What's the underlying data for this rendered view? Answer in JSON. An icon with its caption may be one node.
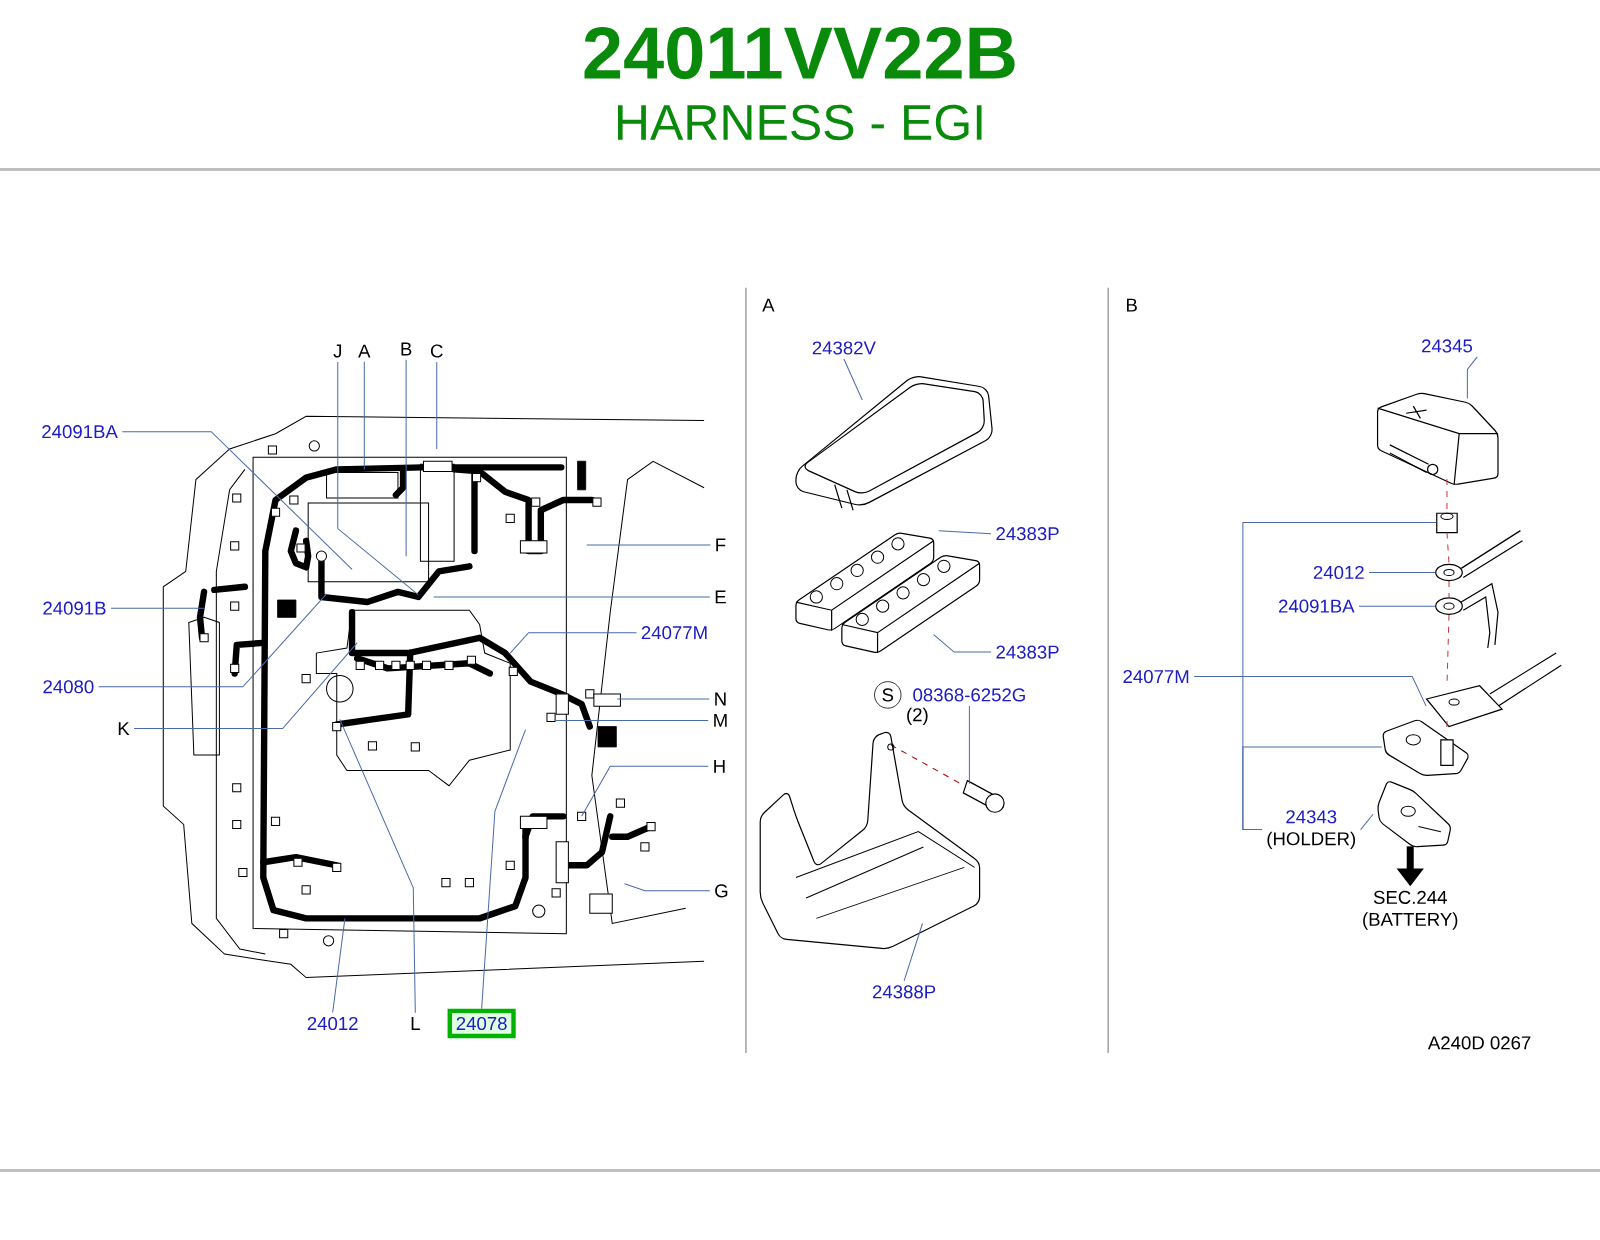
{
  "diagram": {
    "title": "24011VV22B",
    "nodes": [
      {
        "text": [
          "J"
        ]
      },
      {
        "text": [
          "A"
        ]
      },
      {
        "text": [
          "B"
        ]
      },
      {
        "text": [
          "C"
        ]
      },
      {
        "text": [
          "24091BA"
        ]
      },
      {
        "text": [
          "F"
        ]
      },
      {
        "text": [
          "E"
        ]
      },
      {
        "text": [
          "24091B"
        ]
      },
      {
        "text": [
          "24077M"
        ]
      },
      {
        "text": [
          "24080"
        ]
      },
      {
        "text": [
          "N"
        ]
      },
      {
        "text": [
          "K"
        ]
      },
      {
        "text": [
          "M"
        ]
      },
      {
        "text": [
          "H"
        ]
      },
      {
        "text": [
          "G"
        ]
      },
      {
        "text": [
          "24012"
        ]
      },
      {
        "text": [
          "L"
        ]
      },
      {
        "text": [
          "24078"
        ]
      },
      {
        "text": [
          "24382V"
        ]
      },
      {
        "text": [
          "24383P"
        ]
      },
      {
        "text": [
          "24383P"
        ]
      },
      {
        "text": [
          "08368-6252G"
        ],
        "beside": [
          "(2)"
        ]
      },
      {
        "text": [
          "24388P"
        ]
      },
      {
        "text": [
          "24345"
        ]
      },
      {
        "text": [
          "24012"
        ]
      },
      {
        "text": [
          "24091BA"
        ]
      },
      {
        "text": [
          "24077M"
        ]
      },
      {
        "text": [
          "24343",
          "(HOLDER)"
        ]
      },
      {
        "text": [
          "SEC.244 (BATTERY)"
        ]
      },
      {
        "text": [],
        "shape": "picture"
      },
      {
        "text": [],
        "shape": "picture"
      },
      {
        "text": [],
        "shape": "picture"
      },
      {
        "text": [],
        "shape": "picture"
      },
      {
        "text": [],
        "shape": "picture"
      },
      {
        "text": [],
        "shape": "picture"
      },
      {
        "text": [],
        "shape": "picture"
      }
    ],
    "edges": [
      {
        "from": 0,
        "to": null,
        "arrow": "none"
      },
      {
        "from": 1,
        "to": null,
        "arrow": "none"
      },
      {
        "from": 2,
        "to": null,
        "arrow": "none"
      },
      {
        "from": 3,
        "to": null,
        "arrow": "none"
      },
      {
        "from": 4,
        "to": null,
        "arrow": "none"
      },
      {
        "from": 5,
        "to": null,
        "arrow": "none"
      },
      {
        "from": 6,
        "to": null,
        "arrow": "none"
      },
      {
        "from": 7,
        "to": null,
        "arrow": "none"
      },
      {
        "from": 8,
        "to": null,
        "arrow": "none"
      },
      {
        "from": 9,
        "to": null,
        "arrow": "none"
      },
      {
        "from": 10,
        "to": null,
        "arrow": "none"
      },
      {
        "from": 11,
        "to": null,
        "arrow": "none"
      },
      {
        "from": 12,
        "to": null,
        "arrow": "none"
      },
      {
        "from": 13,
        "to": null,
        "arrow": "none"
      },
      {
        "from": 14,
        "to": null,
        "arrow": "none"
      },
      {
        "from": 15,
        "to": null,
        "arrow": "none"
      },
      {
        "from": 16,
        "to": null,
        "arrow": "none"
      },
      {
        "from": 17,
        "to": null,
        "arrow": "none"
      },
      {
        "from": 18,
        "to": null,
        "arrow": "none"
      },
      {
        "from": 19,
        "to": null,
        "arrow": "none"
      },
      {
        "from": 20,
        "to": null,
        "arrow": "none"
      },
      {
        "from": 21,
        "to": null,
        "arrow": "none"
      },
      {
        "from": 22,
        "to": null,
        "arrow": "none"
      },
      {
        "from": 23,
        "to": 29,
        "arrow": "none"
      },
      {
        "from": 24,
        "to": 31,
        "arrow": "none"
      },
      {
        "from": 25,
        "to": 32,
        "arrow": "none"
      },
      {
        "from": 26,
        "to": 33,
        "arrow": "none"
      },
      {
        "from": 27,
        "to": 30,
        "arrow": "none"
      },
      {
        "from": 27,
        "to": 34,
        "arrow": "none"
      },
      {
        "from": 27,
        "to": 35,
        "arrow": "none"
      },
      {
        "from": 35,
        "to": 28,
        "arrow": "to",
        "style": "thick",
        "color": "#000000"
      },
      {
        "from": 29,
        "to": 30,
        "arrow": "none",
        "style": "dashed",
        "color": "#cc3333"
      },
      {
        "from": 30,
        "to": 31,
        "arrow": "none",
        "style": "dashed",
        "color": "#cc3333"
      },
      {
        "from": 31,
        "to": 32,
        "arrow": "none",
        "style": "dashed",
        "color": "#cc3333"
      },
      {
        "from": 32,
        "to": 33,
        "arrow": "none",
        "style": "dashed",
        "color": "#cc3333"
      },
      {
        "from": 33,
        "to": 34,
        "arrow": "none",
        "style": "dashed",
        "color": "#cc3333"
      }
    ],
    "labels": [
      "HARNESS - EGI",
      "A",
      "B",
      "S",
      "A240D 0267"
    ]
  }
}
